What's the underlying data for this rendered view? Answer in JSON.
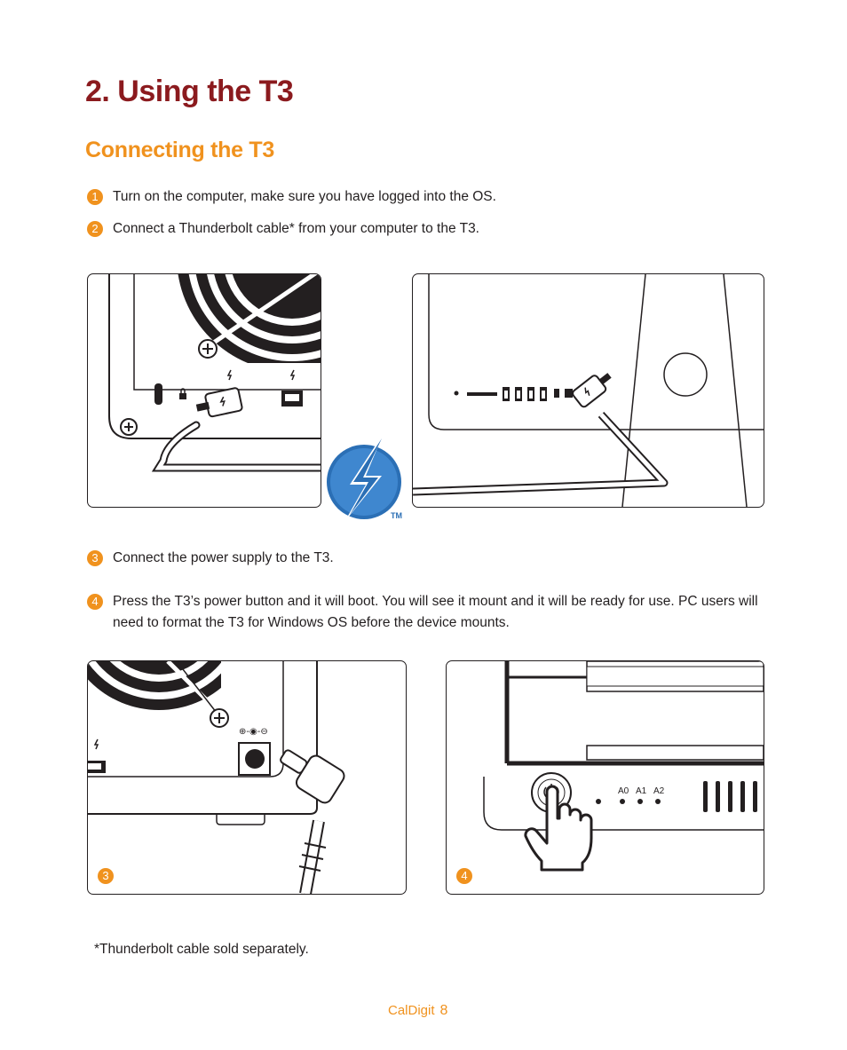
{
  "page": {
    "title": "2. Using the T3",
    "subtitle": "Connecting the T3"
  },
  "steps": [
    {
      "num": "1",
      "text": "Turn on the computer, make sure you have logged into the OS."
    },
    {
      "num": "2",
      "text": "Connect a Thunderbolt cable* from your computer to the T3."
    },
    {
      "num": "3",
      "text": "Connect the power supply to the T3."
    },
    {
      "num": "4",
      "text": "Press the T3’s power button and it will boot.  You will see it mount and it will be ready for use. PC users will need to format the T3 for Windows OS before the device mounts."
    }
  ],
  "figures": {
    "thunderbolt_trademark": "TM",
    "fig3_label": "3",
    "fig4_label": "4",
    "led_labels": [
      "A0",
      "A1",
      "A2"
    ]
  },
  "footnote": "*Thunderbolt cable sold separately.",
  "footer": {
    "brand": "CalDigit",
    "page_number": "8"
  },
  "colors": {
    "title": "#8b1a1e",
    "accent": "#f0921e",
    "thunderbolt": "#2b6fb5"
  }
}
